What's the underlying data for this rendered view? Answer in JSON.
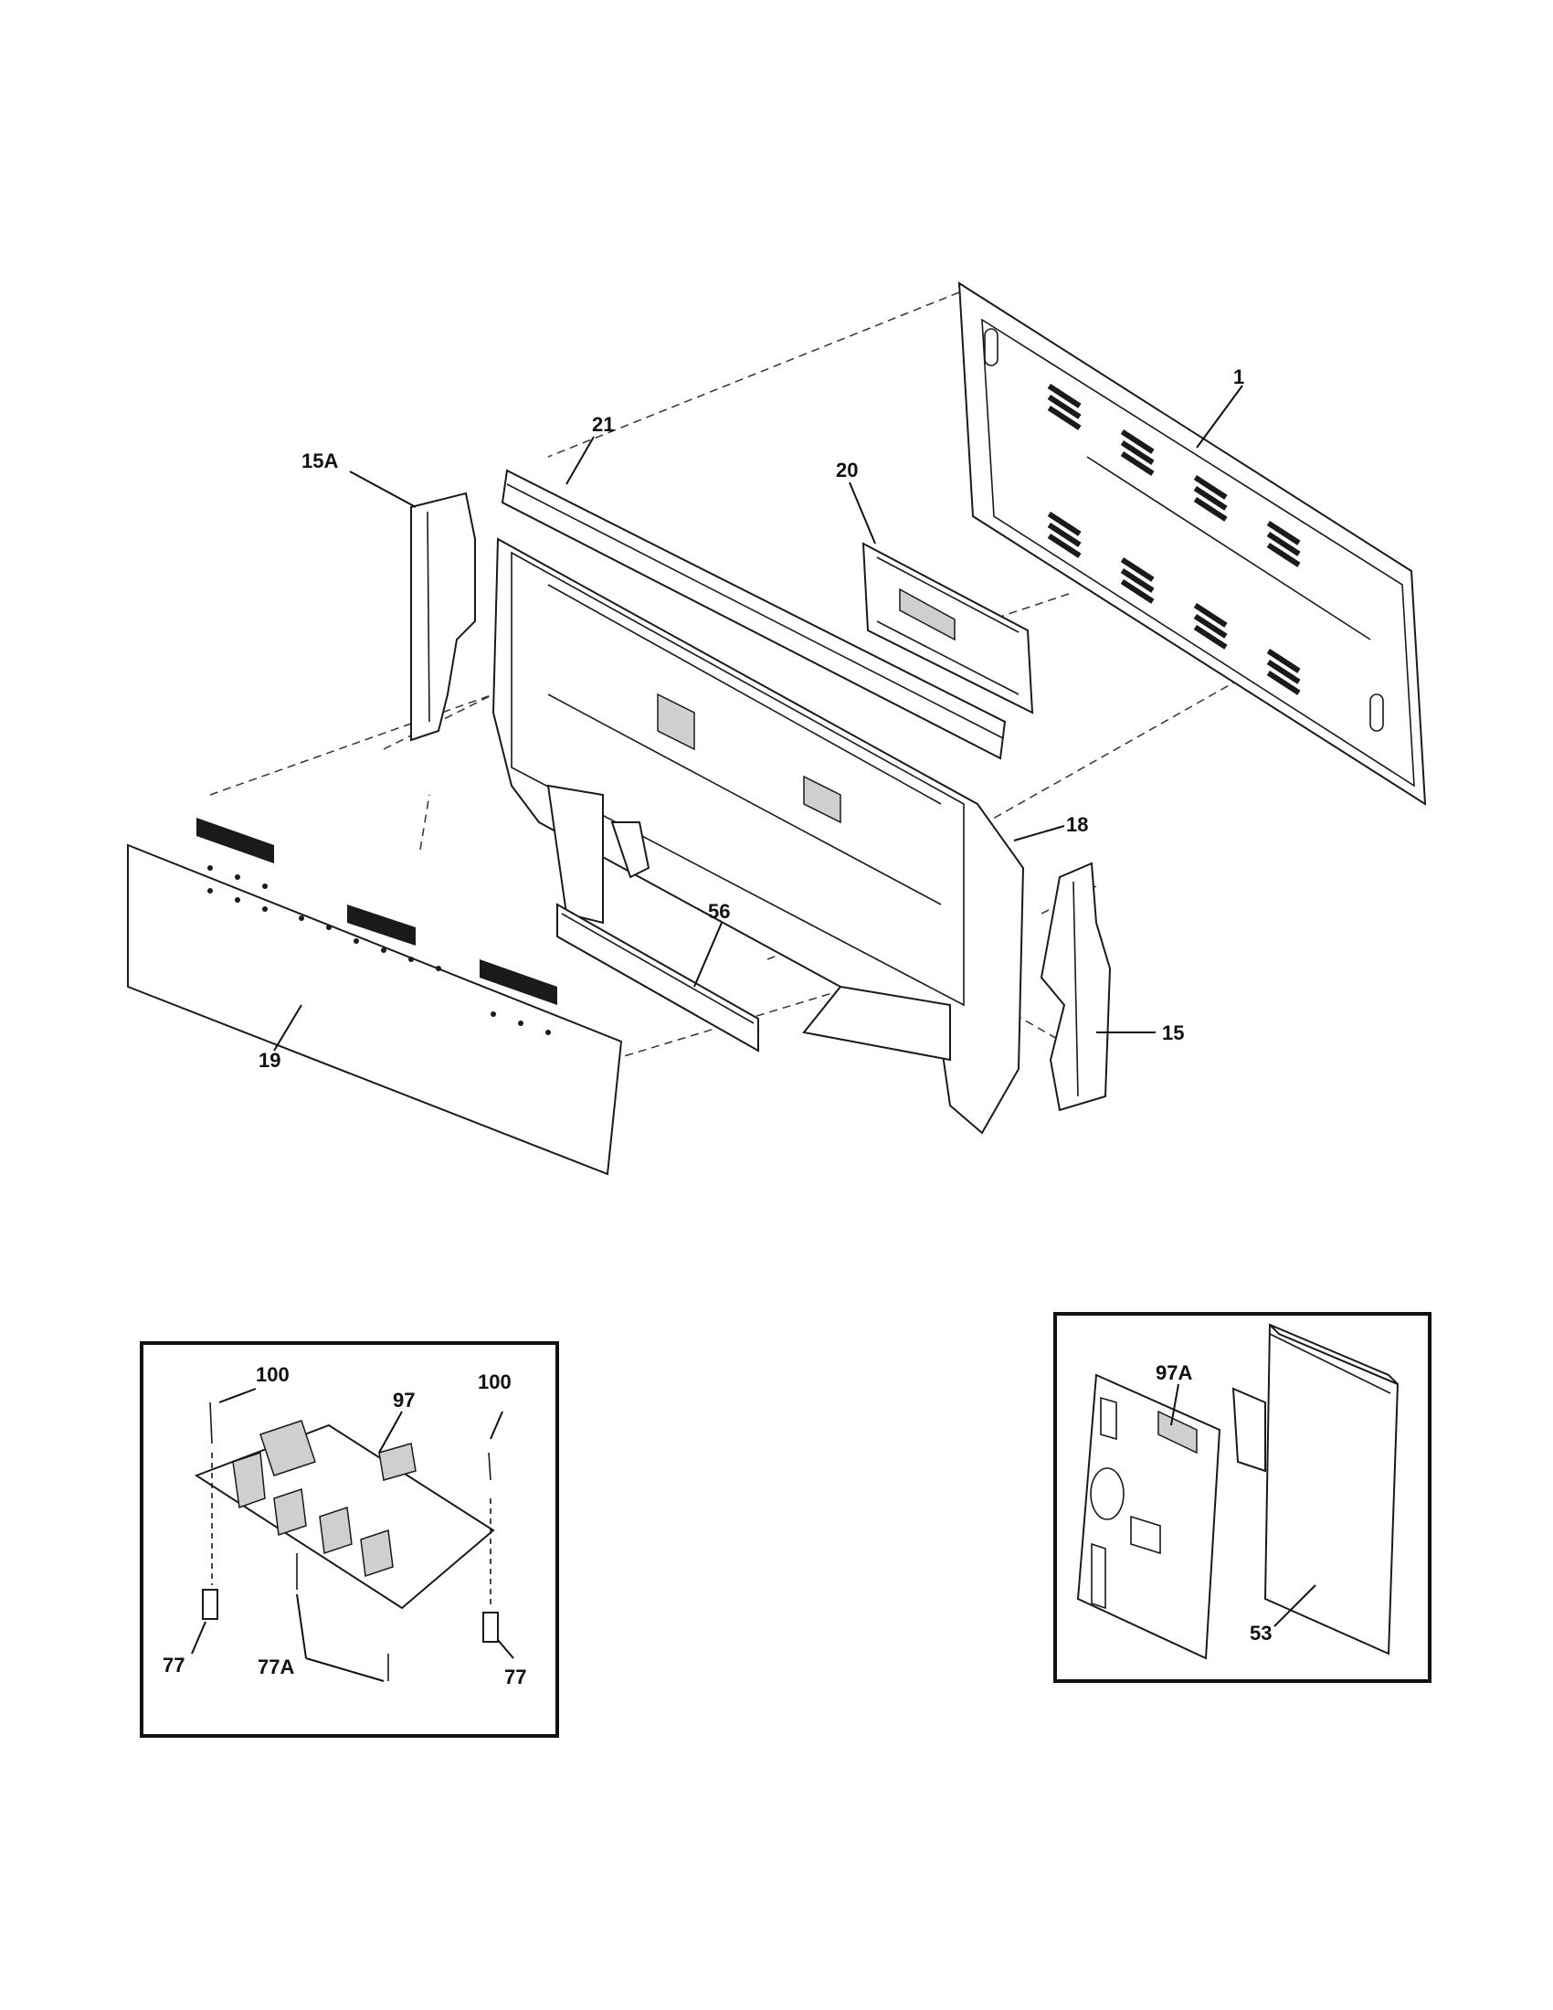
{
  "labels": {
    "p1": "1",
    "p21": "21",
    "p15a": "15A",
    "p20": "20",
    "p18": "18",
    "p56": "56",
    "p15": "15",
    "p19": "19",
    "p100_left": "100",
    "p97": "97",
    "p100_right": "100",
    "p77_left": "77",
    "p77a": "77A",
    "p77_right": "77",
    "p97a": "97A",
    "p53": "53"
  }
}
